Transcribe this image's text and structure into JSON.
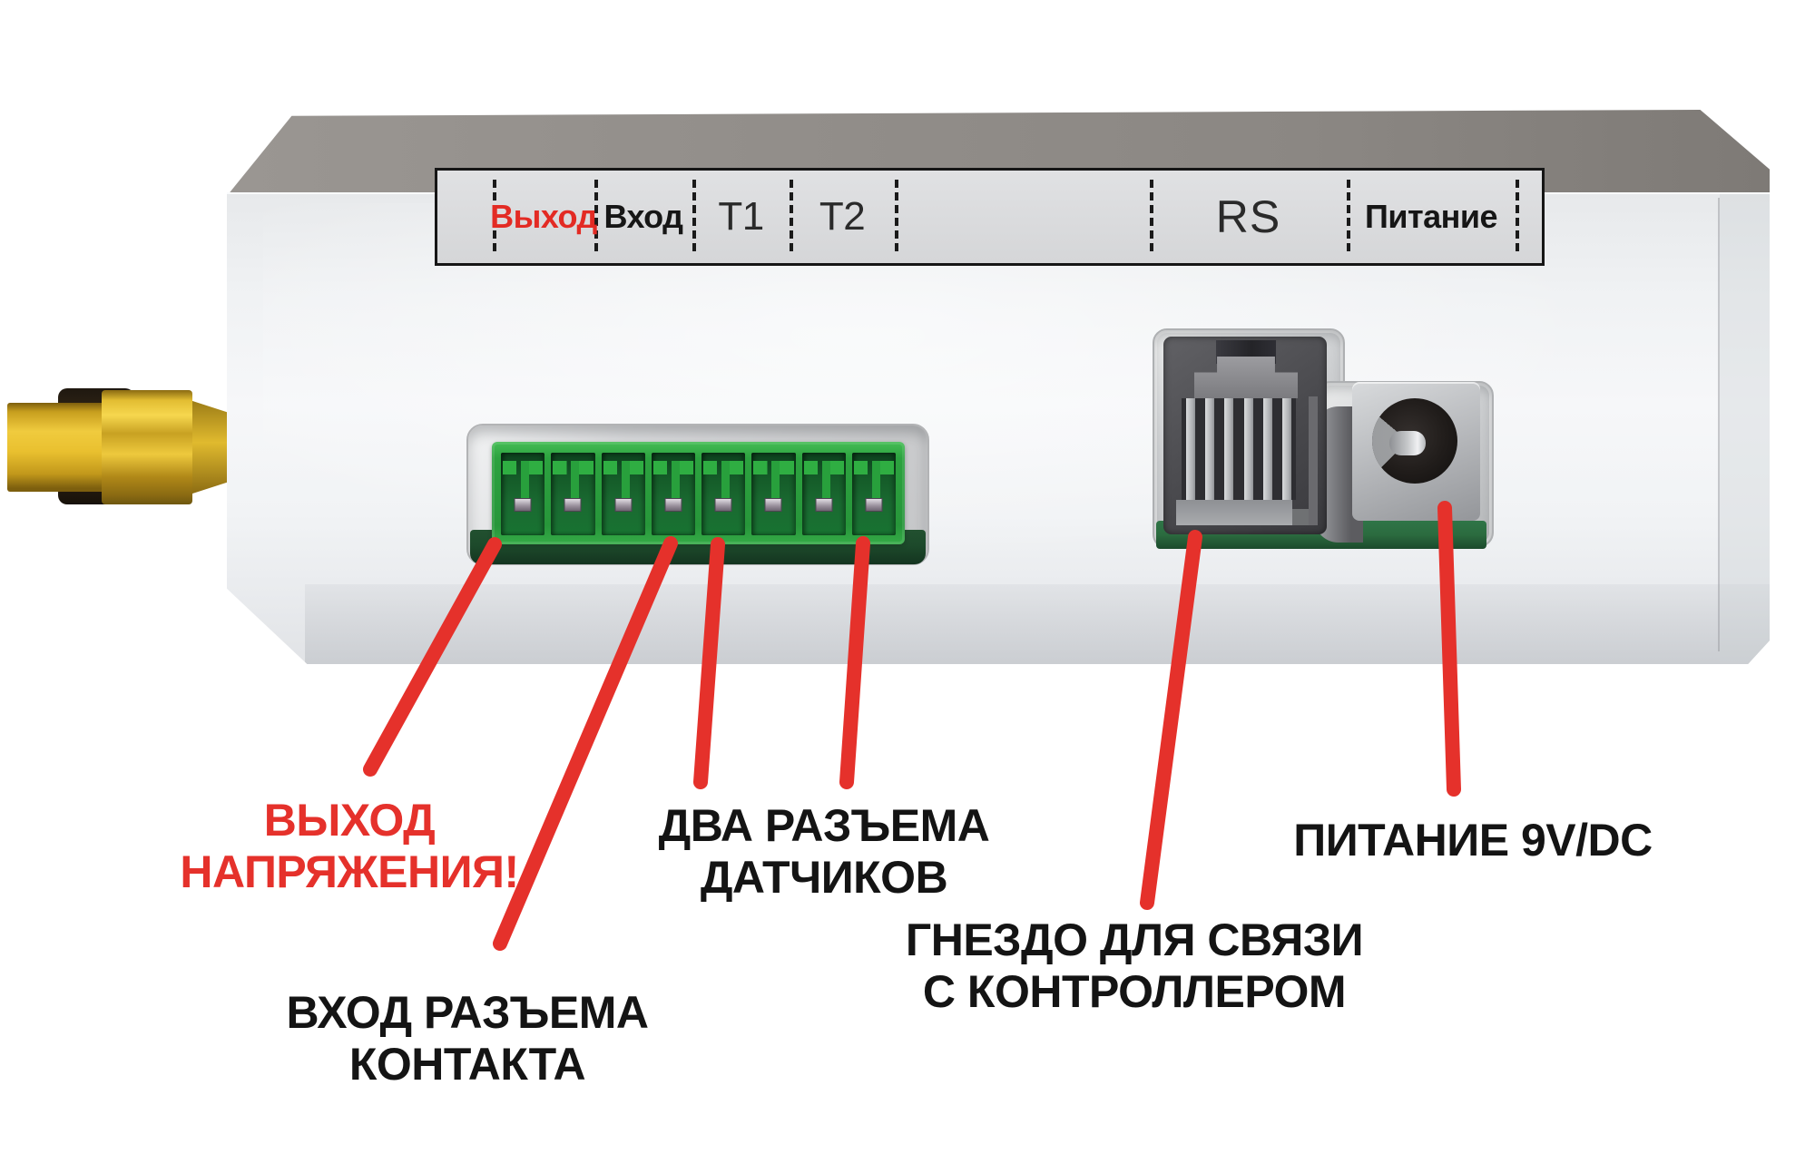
{
  "colors": {
    "accent_red": "#e5312b",
    "strip_red_label": "#e32b24",
    "text_black": "#141414",
    "terminal_green_light": "#3cb54b",
    "terminal_green_dark": "#14532a",
    "pcb_green_left": "#1d4a2b",
    "pcb_green_right": "#2b6b3f",
    "antenna_gold": "#e8c22a",
    "bevel_gray": "#8b8783",
    "body_gray": "#eef0f2",
    "background": "#ffffff"
  },
  "port_strip": {
    "cells": [
      {
        "label": "Выход"
      },
      {
        "label": "Вход"
      },
      {
        "label": "T1"
      },
      {
        "label": "T2"
      },
      {
        "label": "RS"
      },
      {
        "label": "Питание"
      }
    ]
  },
  "callouts": [
    {
      "lines": [
        "ВЫХОД",
        "НАПРЯЖЕНИЯ!"
      ]
    },
    {
      "lines": [
        "ВХОД РАЗЪЕМА",
        "КОНТАКТА"
      ]
    },
    {
      "lines": [
        "ДВА РАЗЪЕМА",
        "ДАТЧИКОВ"
      ]
    },
    {
      "lines": [
        "ГНЕЗДО ДЛЯ СВЯЗИ",
        "С КОНТРОЛЛЕРОМ"
      ]
    },
    {
      "lines": [
        "ПИТАНИЕ 9V/DC"
      ]
    }
  ]
}
